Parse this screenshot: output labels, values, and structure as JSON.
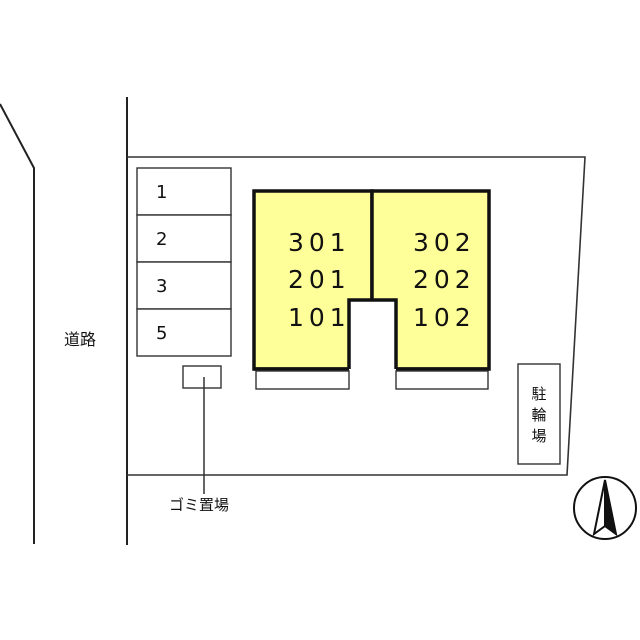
{
  "road_label": "道路",
  "parking": {
    "spaces": [
      "1",
      "2",
      "3",
      "5"
    ]
  },
  "units": {
    "left": [
      "301",
      "201",
      "101"
    ],
    "right": [
      "302",
      "202",
      "102"
    ]
  },
  "garbage_label": "ゴミ置場",
  "bicycle_label": [
    "駐",
    "輪",
    "場"
  ],
  "compass_icon": "north-arrow-icon",
  "colors": {
    "building": "#ffff99",
    "line": "#222222",
    "background": "#ffffff"
  }
}
